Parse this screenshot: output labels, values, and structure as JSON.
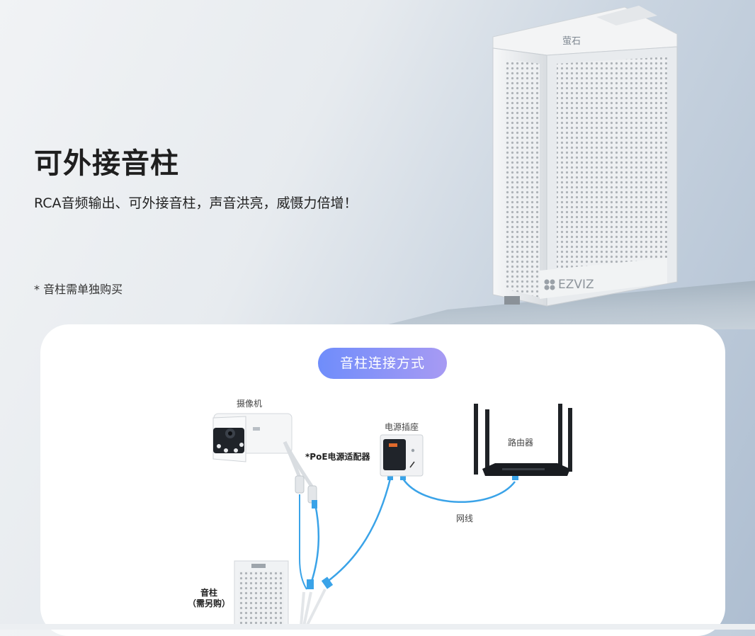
{
  "hero": {
    "title": "可外接音柱",
    "subtitle": "RCA音频输出、可外接音柱，声音洪亮，威慑力倍增！",
    "footnote": "* 音柱需单独购买",
    "speaker_brand": "EZVIZ",
    "speaker_logo_text": "萤石"
  },
  "connection_card": {
    "pill_label": "音柱连接方式",
    "labels": {
      "camera": "摄像机",
      "power_socket": "电源插座",
      "router": "路由器",
      "poe_adapter": "*PoE电源适配器",
      "network_cable": "网线",
      "speaker": "音柱",
      "speaker_note": "（需另购）"
    },
    "colors": {
      "cable": "#3aa3e8",
      "pill_start": "#6f8dfb",
      "pill_end": "#a79af3"
    }
  }
}
